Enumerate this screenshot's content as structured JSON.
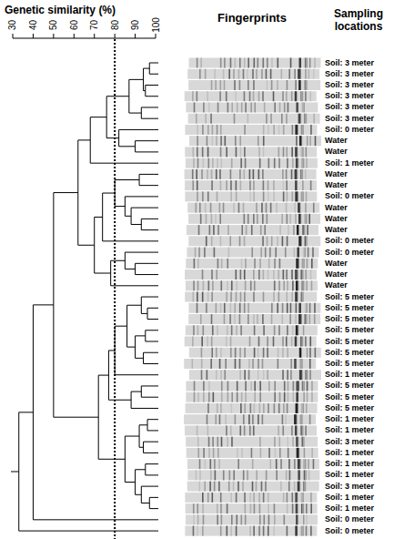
{
  "diagram": {
    "labels": [
      "Genetic similarity (%)",
      "30",
      "40",
      "50",
      "60",
      "70",
      "80",
      "90",
      "100",
      "Fingerprints",
      "Sampling locations",
      "Soil: 3 meter",
      "Soil: 3 meter",
      "Soil: 3 meter",
      "Soil: 3 meter",
      "Soil: 3 meter",
      "Soil: 3 meter",
      "Soil: 0 meter",
      "Water",
      "Water",
      "Soil: 1 meter",
      "Water",
      "Water",
      "Soil: 0 meter",
      "Water",
      "Water",
      "Water",
      "Soil: 0 meter",
      "Soil: 0 meter",
      "Water",
      "Water",
      "Water",
      "Soil: 5 meter",
      "Soil: 5 meter",
      "Soil: 5 meter",
      "Soil: 5 meter",
      "Soil: 5 meter",
      "Soil: 5 meter",
      "Soil: 5 meter",
      "Soil: 1 meter",
      "Soil: 5 meter",
      "Soil: 5 meter",
      "Soil: 5 meter",
      "Soil: 1 meter",
      "Soil: 1 meter",
      "Soil: 3 meter",
      "Soil: 1 meter",
      "Soil: 1 meter",
      "Soil: 1 meter",
      "Soil: 3 meter",
      "Soil: 1 meter",
      "Soil: 1 meter",
      "Soil: 0 meter",
      "Soil: 0 meter"
    ]
  }
}
